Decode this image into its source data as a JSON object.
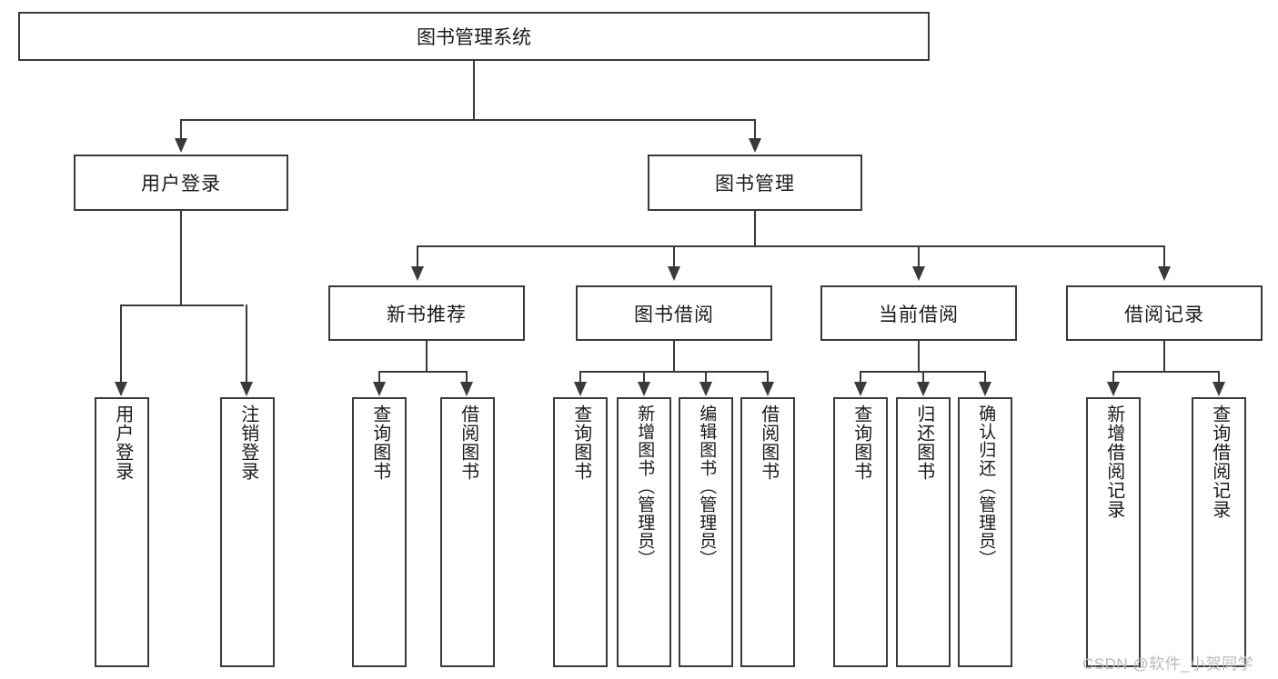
{
  "diagram": {
    "type": "tree-hierarchy",
    "title": "图书管理系统",
    "root": {
      "label": "图书管理系统",
      "children": [
        {
          "label": "用户登录",
          "children": [
            {
              "label": "用户登录"
            },
            {
              "label": "注销登录"
            }
          ]
        },
        {
          "label": "图书管理",
          "children": [
            {
              "label": "新书推荐",
              "children": [
                {
                  "label": "查询图书"
                },
                {
                  "label": "借阅图书"
                }
              ]
            },
            {
              "label": "图书借阅",
              "children": [
                {
                  "label": "查询图书"
                },
                {
                  "label": "新增图书（管理员）"
                },
                {
                  "label": "编辑图书（管理员）"
                },
                {
                  "label": "借阅图书"
                }
              ]
            },
            {
              "label": "当前借阅",
              "children": [
                {
                  "label": "查询图书"
                },
                {
                  "label": "归还图书"
                },
                {
                  "label": "确认归还（管理员）"
                }
              ]
            },
            {
              "label": "借阅记录",
              "children": [
                {
                  "label": "新增借阅记录"
                },
                {
                  "label": "查询借阅记录"
                }
              ]
            }
          ]
        }
      ]
    }
  },
  "nodes": {
    "root": "图书管理系统",
    "user_login": "用户登录",
    "book_manage": "图书管理",
    "new_book_rec": "新书推荐",
    "book_borrow": "图书借阅",
    "current_borrow": "当前借阅",
    "borrow_record": "借阅记录",
    "leaf_user_login": "用户登录",
    "leaf_logout": "注销登录",
    "leaf_query_book_1": "查询图书",
    "leaf_borrow_book_1": "借阅图书",
    "leaf_query_book_2": "查询图书",
    "leaf_add_book_admin": "新增图书（管理员）",
    "leaf_edit_book_admin": "编辑图书（管理员）",
    "leaf_borrow_book_2": "借阅图书",
    "leaf_query_book_3": "查询图书",
    "leaf_return_book": "归还图书",
    "leaf_confirm_return_admin": "确认归还（管理员）",
    "leaf_add_record": "新增借阅记录",
    "leaf_query_record": "查询借阅记录"
  },
  "watermark": {
    "text": "CSDN @软件_小贺同学"
  },
  "colors": {
    "border": "#3a3a3a",
    "background": "#ffffff",
    "text": "#1a1a1a",
    "watermark": "#b9b9b9"
  }
}
